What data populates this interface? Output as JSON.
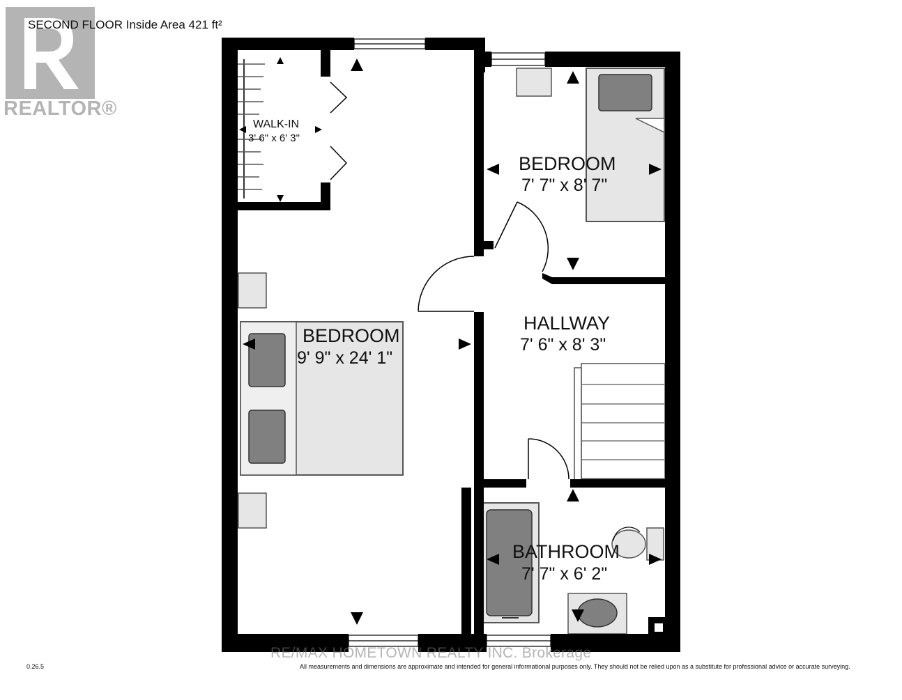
{
  "header": {
    "title": "SECOND FLOOR Inside Area 421 ft²"
  },
  "logo": {
    "text": "REALTOR®"
  },
  "footer": {
    "version": "0.26.5",
    "disclaimer": "All measurements and dimensions are approximate and intended for general informational purposes only. They should not be relied upon as a substitute for professional advice or accurate surveying.",
    "brokerage": "RE/MAX HOMETOWN REALTY INC. Brokerage"
  },
  "rooms": {
    "walk_in": {
      "name": "WALK-IN",
      "dims": "3' 6\" x 6' 3\""
    },
    "bedroom_main": {
      "name": "BEDROOM",
      "dims": "9' 9\" x 24' 1\""
    },
    "bedroom_2": {
      "name": "BEDROOM",
      "dims": "7' 7\" x 8' 7\""
    },
    "hallway": {
      "name": "HALLWAY",
      "dims": "7' 6\" x 8' 3\""
    },
    "bathroom": {
      "name": "BATHROOM",
      "dims": "7' 7\" x 6' 2\""
    }
  },
  "colors": {
    "wall": "#000000",
    "fixture": "#e6e6e6",
    "fixture_dark": "#808080",
    "logo": "#b4b4b4"
  }
}
